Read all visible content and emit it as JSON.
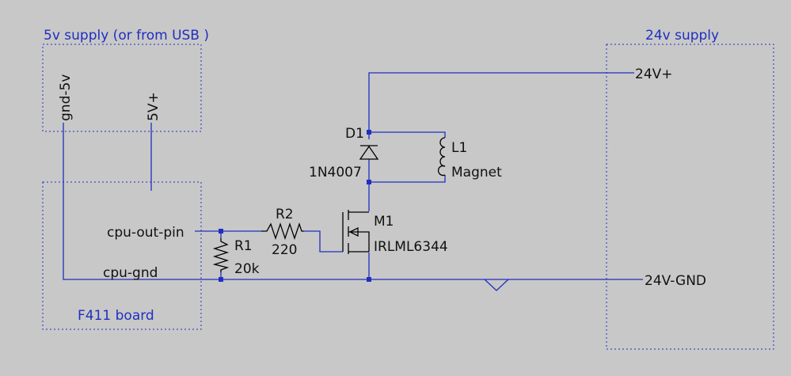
{
  "blocks": {
    "supply_5v_title": "5v supply (or from USB )",
    "supply_24v_title": "24v supply",
    "board_title": "F411 board"
  },
  "pins": {
    "gnd5v": "gnd-5v",
    "v5plus": "5V+",
    "cpu_out": "cpu-out-pin",
    "cpu_gnd": "cpu-gnd",
    "v24plus": "24V+",
    "v24gnd": "24V-GND"
  },
  "components": {
    "d1_ref": "D1",
    "d1_value": "1N4007",
    "l1_ref": "L1",
    "l1_value": "Magnet",
    "r1_ref": "R1",
    "r1_value": "20k",
    "r2_ref": "R2",
    "r2_value": "220",
    "m1_ref": "M1",
    "m1_value": "IRLML6344"
  },
  "colors": {
    "background": "#c8c8c8",
    "wire": "#1f2fc0",
    "component": "#000000",
    "block_label": "#1f2fc0"
  }
}
